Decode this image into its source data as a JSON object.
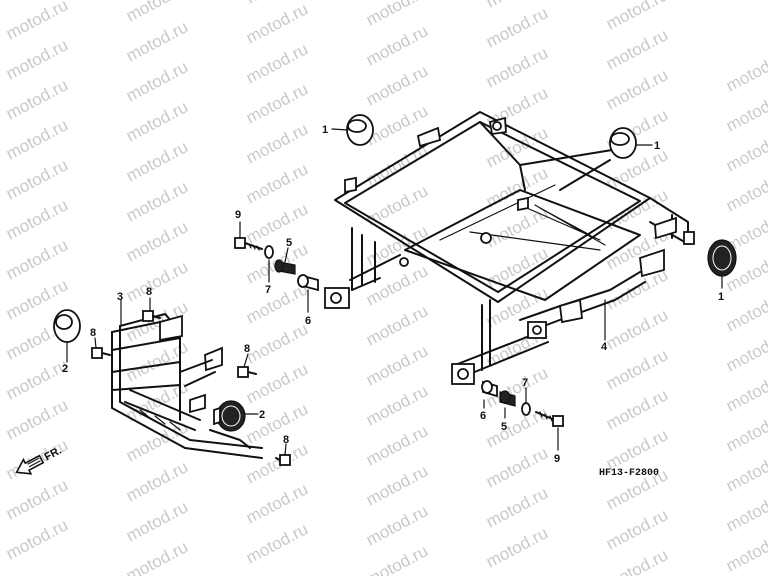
{
  "watermark": "motod.ru",
  "diagram_code": "HF13-F2800",
  "direction_label": "FR.",
  "callouts": {
    "c1a": "1",
    "c1b": "1",
    "c1c": "1",
    "c2a": "2",
    "c2b": "2",
    "c3": "3",
    "c4": "4",
    "c5a": "5",
    "c5b": "5",
    "c6a": "6",
    "c6b": "6",
    "c7a": "7",
    "c7b": "7",
    "c8a": "8",
    "c8b": "8",
    "c8c": "8",
    "c8d": "8",
    "c9a": "9",
    "c9b": "9"
  },
  "colors": {
    "line": "#111111",
    "watermark": "#c9c9c9",
    "background": "#ffffff"
  }
}
